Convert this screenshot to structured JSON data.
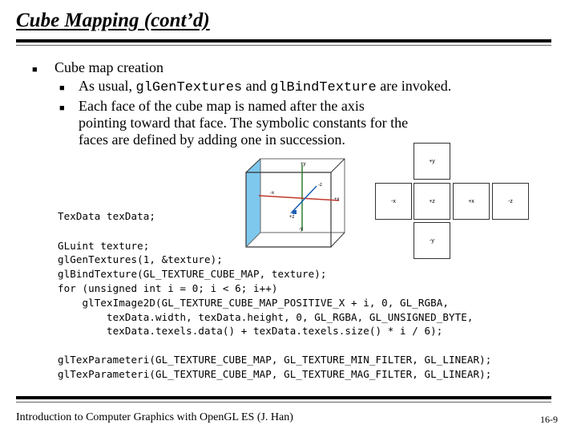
{
  "title": "Cube Mapping (cont’d)",
  "bullets": {
    "main": "Cube map creation",
    "sub1_pre": "As usual, ",
    "sub1_code1": "glGenTextures",
    "sub1_mid": " and ",
    "sub1_code2": "glBindTexture",
    "sub1_post": " are invoked.",
    "sub2": "Each face of the cube map is named after the axis pointing toward that face. The symbolic constants for the faces are defined by adding one in succession."
  },
  "code": {
    "line1": "TexData texData;",
    "line2": "GLuint texture;",
    "line3": "glGenTextures(1, &texture);",
    "line4": "glBindTexture(GL_TEXTURE_CUBE_MAP, texture);",
    "line5": "for (unsigned int i = 0; i < 6; i++)",
    "line6": "    glTexImage2D(GL_TEXTURE_CUBE_MAP_POSITIVE_X + i, 0, GL_RGBA,",
    "line7": "        texData.width, texData.height, 0, GL_RGBA, GL_UNSIGNED_BYTE,",
    "line8": "        texData.texels.data() + texData.texels.size() * i / 6);",
    "line9": "glTexParameteri(GL_TEXTURE_CUBE_MAP, GL_TEXTURE_MIN_FILTER, GL_LINEAR);",
    "line10": "glTexParameteri(GL_TEXTURE_CUBE_MAP, GL_TEXTURE_MAG_FILTER, GL_LINEAR);"
  },
  "cube_labels": {
    "py": "+y",
    "ny": "-y",
    "px": "+x",
    "nx": "-x",
    "pz": "+z",
    "nz": "-z"
  },
  "net_labels": {
    "top": "+y",
    "left": "-x",
    "center": "+z",
    "right": "+x",
    "far": "-z",
    "bottom": "-y"
  },
  "colors": {
    "cube_face_highlight": "#7ec8ee",
    "axis_x": "#c0392b",
    "axis_y": "#2e7d32",
    "axis_z": "#1a5fb4"
  },
  "footer": "Introduction to Computer Graphics with OpenGL ES (J. Han)",
  "page_number": "16-9"
}
